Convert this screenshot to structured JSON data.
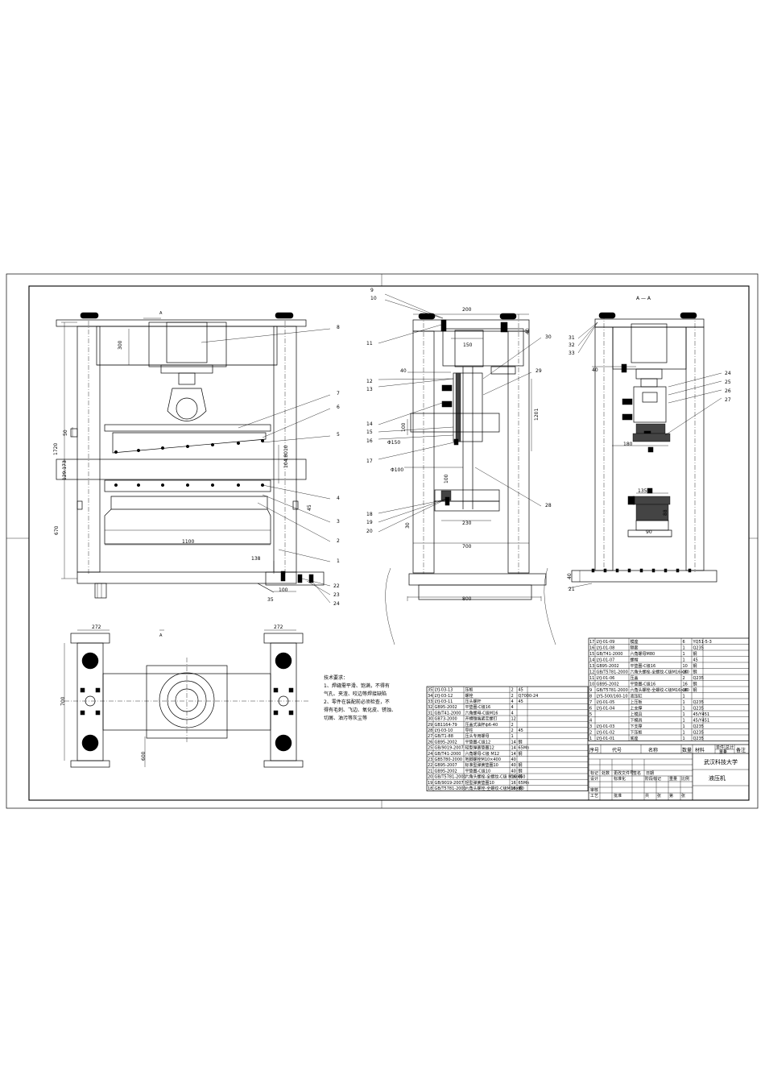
{
  "front_view": {
    "dims": {
      "d300": "300",
      "d50": "50",
      "d1720": "1720",
      "d129173": "129.173",
      "d104": "104.8010",
      "d45": "45",
      "d670": "670",
      "d1100": "1100",
      "d138": "138",
      "d100": "100",
      "d35": "35"
    },
    "section_mark": "A",
    "balloons": [
      "8",
      "7",
      "6",
      "5",
      "4",
      "3",
      "2",
      "1",
      "22",
      "23",
      "24"
    ]
  },
  "side_view": {
    "dims": {
      "d200": "200",
      "d40a": "40",
      "d150": "150",
      "d40b": "40",
      "d100": "100",
      "d1201": "1201",
      "phi150": "Φ150",
      "phi100": "Φ100",
      "d100b": "100",
      "d230": "230",
      "d30": "30",
      "d700": "700",
      "d800": "800"
    },
    "balloons_left": [
      "9",
      "10",
      "11",
      "12",
      "13",
      "14",
      "15",
      "16",
      "17",
      "18",
      "19",
      "20"
    ],
    "balloons_right": [
      "30",
      "29",
      "28"
    ]
  },
  "section_view": {
    "title": "A — A",
    "dims": {
      "d40": "40",
      "d180": "180",
      "d135": "135",
      "d88": "88",
      "d90": "90",
      "d40b": "40"
    },
    "balloons_left": [
      "31",
      "32",
      "33"
    ],
    "balloons_right": [
      "24",
      "25",
      "26",
      "27"
    ],
    "balloon_bottom": "21"
  },
  "top_view": {
    "dims": {
      "d272a": "272",
      "d272b": "272",
      "d700": "700",
      "d600": "600"
    },
    "section_mark": "A"
  },
  "tech_req": {
    "title": "技术要求：",
    "lines": [
      "1、焊缝需平滑、饱满，不得有",
      "气孔、夹渣、咬边等焊接缺陷",
      "2、零件在装配前必须检查，不",
      "得有毛刺、飞边、氧化皮、锈蚀、",
      "切屑、油污等灰尘等"
    ]
  },
  "bom_left": {
    "rows": [
      [
        "35",
        "LYJ-03-13",
        "压板",
        "2",
        "45"
      ],
      [
        "34",
        "LYJ-03-12",
        "螺栓",
        "2",
        "Q7000-24"
      ],
      [
        "33",
        "LYJ-03-11",
        "压头螺杆",
        "4",
        "45"
      ],
      [
        "32",
        "GB95-2002",
        "平垫圈-C级16",
        "4",
        ""
      ],
      [
        "31",
        "GB/T41-2000",
        "六角螺母-C级M16",
        "4",
        ""
      ],
      [
        "30",
        "GB73-2000",
        "开槽锥端紧定螺钉",
        "12",
        ""
      ],
      [
        "29",
        "GB1164-79",
        "压盖式油杯ф6-40",
        "2",
        ""
      ],
      [
        "28",
        "LYJ-03-10",
        "导柱",
        "2",
        "45"
      ],
      [
        "27",
        "GB/T1-88",
        "压头专用螺母",
        "1",
        ""
      ],
      [
        "26",
        "GB95-2002",
        "平垫圈-C级12",
        "14",
        "钢"
      ],
      [
        "25",
        "GB/9019-2007",
        "轻型弹簧垫圈12",
        "14",
        "65Mn"
      ],
      [
        "24",
        "GB/T41-2000",
        "六角螺母-C级 M12",
        "14",
        "钢"
      ],
      [
        "23",
        "GB5780-2000",
        "地脚螺栓M10×400",
        "40",
        ""
      ],
      [
        "22",
        "GB95-2007",
        "标准型弹簧垫圈10",
        "40",
        "钢"
      ],
      [
        "21",
        "GB95-2002",
        "平垫圈-C级10",
        "40",
        "钢"
      ],
      [
        "20",
        "GB/T5781-2000",
        "六角头螺栓-全螺纹-C级 M10×60",
        "16",
        "钢"
      ],
      [
        "19",
        "GB/9019-2007",
        "轻型弹簧垫圈10",
        "16",
        "65Mn"
      ],
      [
        "18",
        "GB/T5781-2000",
        "六角头螺栓-全螺纹-C级M10×60",
        "16",
        "钢"
      ]
    ]
  },
  "bom_right": {
    "rows": [
      [
        "17",
        "LYJ-01-09",
        "模座",
        "6",
        "YQ51-5-3"
      ],
      [
        "16",
        "LYJ-01-08",
        "隔套",
        "1",
        "Q235"
      ],
      [
        "15",
        "GB/T41-2000",
        "六角螺母M80",
        "1",
        "钢"
      ],
      [
        "14",
        "LYJ-01-07",
        "螺帽",
        "1",
        "45"
      ],
      [
        "13",
        "GB95-2002",
        "平垫圈-C级16",
        "10",
        "钢"
      ],
      [
        "12",
        "GB/T5781-2000",
        "六角头螺栓-全螺纹-C级M16×80",
        "10",
        "钢"
      ],
      [
        "11",
        "LYJ-01-06",
        "压盖",
        "2",
        "Q235"
      ],
      [
        "10",
        "GB95-2002",
        "平垫圈-C级16",
        "16",
        "钢"
      ],
      [
        "9",
        "GB/T5781-2000",
        "六角头螺栓-全螺纹-C级M16×80",
        "16",
        "钢"
      ],
      [
        "8",
        "LYS-500/160-10",
        "液压缸",
        "1",
        ""
      ],
      [
        "7",
        "LYJ-01-05",
        "上压板",
        "1",
        "Q235"
      ],
      [
        "6",
        "LYJ-01-04",
        "上支撑",
        "1",
        "Q235"
      ],
      [
        "5",
        "",
        "上模具",
        "1",
        "45/Y451"
      ],
      [
        "4",
        "",
        "下模具",
        "1",
        "45/Y451"
      ],
      [
        "3",
        "LYJ-01-03",
        "下支撑",
        "1",
        "Q235"
      ],
      [
        "2",
        "LYJ-01-02",
        "下压板",
        "1",
        "Q235"
      ],
      [
        "1",
        "LYJ-01-01",
        "底座",
        "1",
        "Q235"
      ]
    ]
  },
  "title_block": {
    "header": [
      "序号",
      "代号",
      "名称",
      "数量",
      "材料",
      "单件",
      "总计",
      "备注"
    ],
    "weight_label": "重量",
    "school": "武汉科技大学",
    "drawing_name": "液压机",
    "small_labels": [
      "标记",
      "处数",
      "更改文件号",
      "签名",
      "日期",
      "设计",
      "标准化",
      "审核",
      "工艺",
      "批准",
      "阶段标记",
      "重量",
      "比例",
      "共",
      "张",
      "第",
      "张"
    ]
  }
}
